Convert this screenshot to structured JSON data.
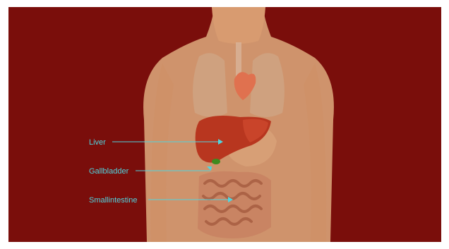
{
  "colors": {
    "background": "#7a0e0b",
    "skin": "#e9bc8a",
    "label": "#4fd6e0",
    "liver": "#b8361f",
    "gallbladder": "#3f8a1f",
    "intestine": "#c98463"
  },
  "labels": {
    "liver": "Liver",
    "gallbladder": "Gallbladder",
    "small_intestine": "Smallintestine"
  }
}
